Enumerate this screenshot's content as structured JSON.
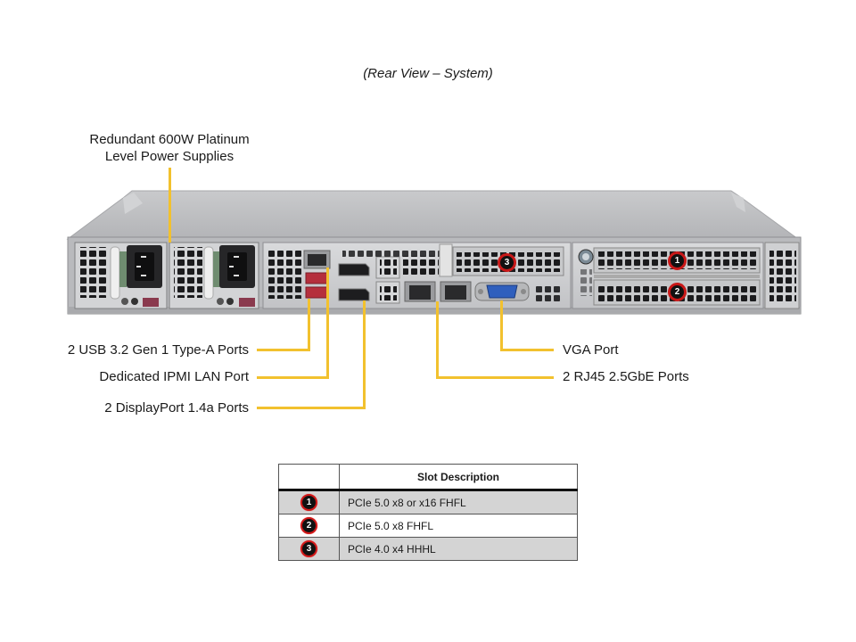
{
  "title": "(Rear View – System)",
  "callouts": {
    "power_supplies": "Redundant 600W Platinum Level Power Supplies",
    "power_supplies_line1": "Redundant 600W Platinum",
    "power_supplies_line2": "Level Power Supplies",
    "usb": "2 USB 3.2 Gen 1 Type-A Ports",
    "ipmi": "Dedicated IPMI LAN Port",
    "displayport": "2 DisplayPort 1.4a Ports",
    "vga": "VGA Port",
    "rj45": "2 RJ45 2.5GbE Ports"
  },
  "slot_markers": [
    "1",
    "2",
    "3"
  ],
  "table": {
    "header": [
      "",
      "Slot Description"
    ],
    "rows": [
      {
        "slot": "1",
        "description": "PCIe 5.0 x8 or x16 FHFL"
      },
      {
        "slot": "2",
        "description": "PCIe 5.0 x8 FHFL"
      },
      {
        "slot": "3",
        "description": "PCIe 4.0 x4 HHHL"
      }
    ]
  },
  "colors": {
    "leader_line": "#f2c12e",
    "badge_ring": "#c81818",
    "badge_fill": "#111111",
    "table_shade": "#d4d4d4"
  }
}
